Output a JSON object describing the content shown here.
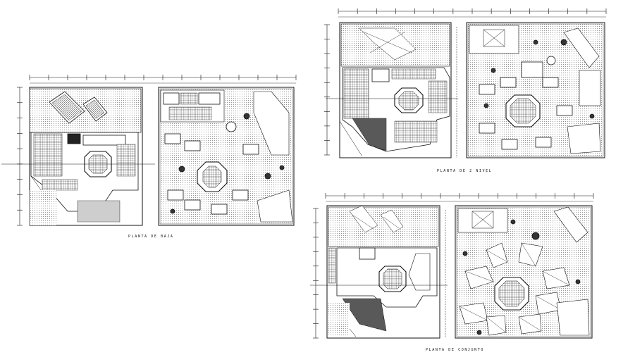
{
  "drawing": {
    "style": {
      "line_color": "#111111",
      "paper_color": "#ffffff",
      "hatch_color": "#8a8a8a",
      "dense_hatch_color": "#2a2a2a"
    },
    "plans": [
      {
        "id": "planta-baja",
        "label": "PLANTA DE BAJA"
      },
      {
        "id": "planta-2-nivel",
        "label": "PLANTA DE 2 NIVEL"
      },
      {
        "id": "planta-conjunto",
        "label": "PLANTA DE CONJUNTO"
      }
    ]
  }
}
